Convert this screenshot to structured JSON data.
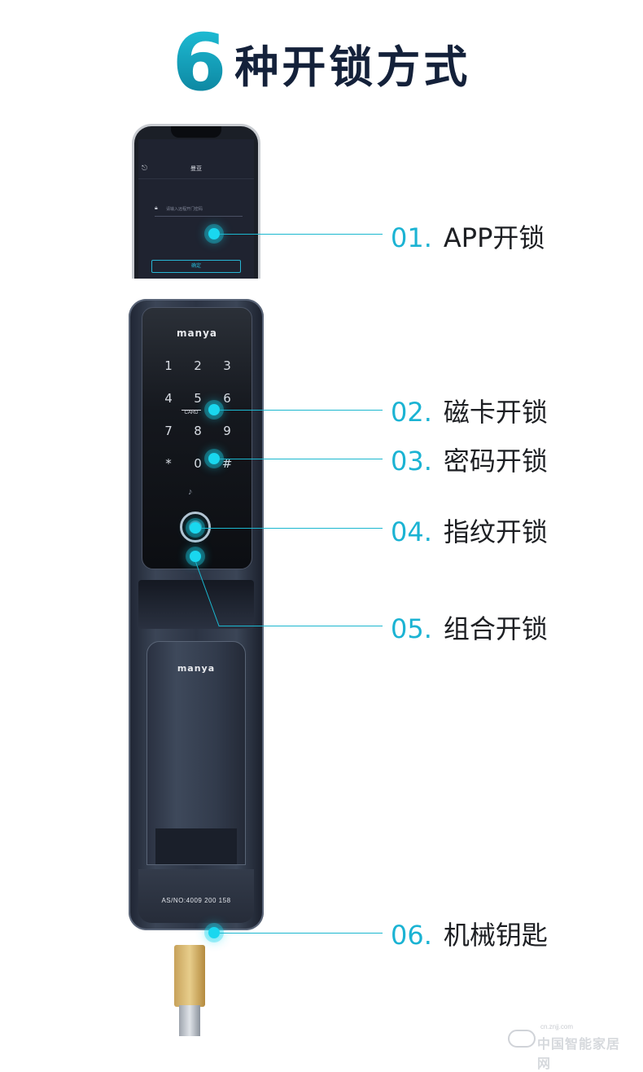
{
  "title": {
    "number": "6",
    "text": "种开锁方式"
  },
  "phone": {
    "app_title": "曼亚",
    "placeholder": "请输入远程开门密码",
    "confirm_label": "确定"
  },
  "lock": {
    "brand": "manya",
    "keys": [
      "1",
      "2",
      "3",
      "4",
      "5",
      "6",
      "7",
      "8",
      "9",
      "*",
      "0",
      "#"
    ],
    "card_label": "CARD",
    "serial": "AS/NO:4009 200 158"
  },
  "callouts": [
    {
      "num": "01.",
      "text": "APP开锁"
    },
    {
      "num": "02.",
      "text": "磁卡开锁"
    },
    {
      "num": "03.",
      "text": "密码开锁"
    },
    {
      "num": "04.",
      "text": "指纹开锁"
    },
    {
      "num": "05.",
      "text": "组合开锁"
    },
    {
      "num": "06.",
      "text": "机械钥匙"
    }
  ],
  "watermark": {
    "url": "cn.znjj.com",
    "name": "中国智能家居网"
  },
  "colors": {
    "accent": "#1bb3d3",
    "text": "#1d1f23",
    "title": "#14213a"
  }
}
